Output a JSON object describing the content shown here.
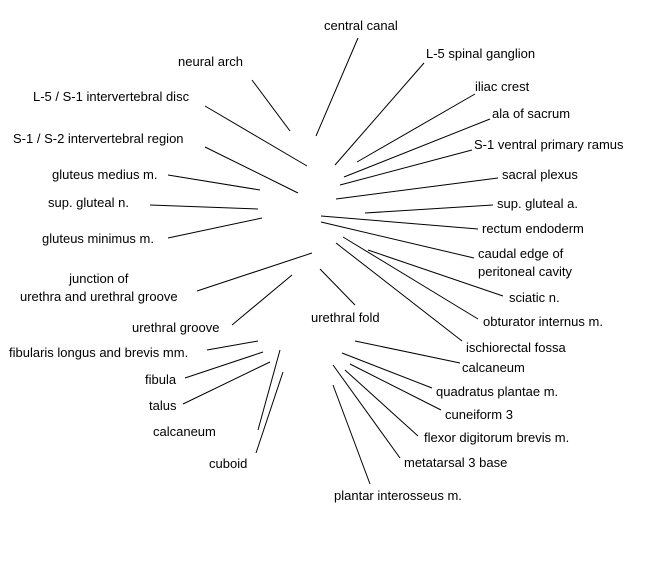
{
  "labels": {
    "central_canal": "central canal",
    "l5_spinal_ganglion": "L-5 spinal ganglion",
    "neural_arch": "neural arch",
    "iliac_crest": "iliac crest",
    "l5_s1_disc": "L-5 / S-1 intervertebral disc",
    "ala_of_sacrum": "ala of sacrum",
    "s1_s2_region": "S-1 / S-2 intervertebral region",
    "s1_ventral_ramus": "S-1 ventral primary ramus",
    "gluteus_medius": "gluteus medius m.",
    "sacral_plexus": "sacral plexus",
    "sup_gluteal_n": "sup. gluteal n.",
    "sup_gluteal_a": "sup. gluteal a.",
    "rectum_endoderm": "rectum endoderm",
    "gluteus_minimus": "gluteus minimus m.",
    "caudal_edge_line1": "caudal edge of",
    "caudal_edge_line2": "peritoneal cavity",
    "junction_line1": "junction of",
    "junction_line2": "urethra and urethral groove",
    "sciatic_n": "sciatic n.",
    "urethral_fold": "urethral fold",
    "obturator_internus": "obturator internus m.",
    "urethral_groove": "urethral groove",
    "ischiorectal_fossa": "ischiorectal fossa",
    "fibularis": "fibularis longus and brevis mm.",
    "calcaneum_right": "calcaneum",
    "fibula": "fibula",
    "quadratus_plantae": "quadratus plantae m.",
    "talus": "talus",
    "cuneiform_3": "cuneiform 3",
    "calcaneum_left": "calcaneum",
    "flexor_digitorum_brevis": "flexor digitorum brevis m.",
    "cuboid": "cuboid",
    "metatarsal_3_base": "metatarsal 3 base",
    "plantar_interosseus": "plantar interosseus m."
  },
  "colors": {
    "text": "#000000",
    "leader_line": "#000000",
    "background": "#ffffff"
  }
}
